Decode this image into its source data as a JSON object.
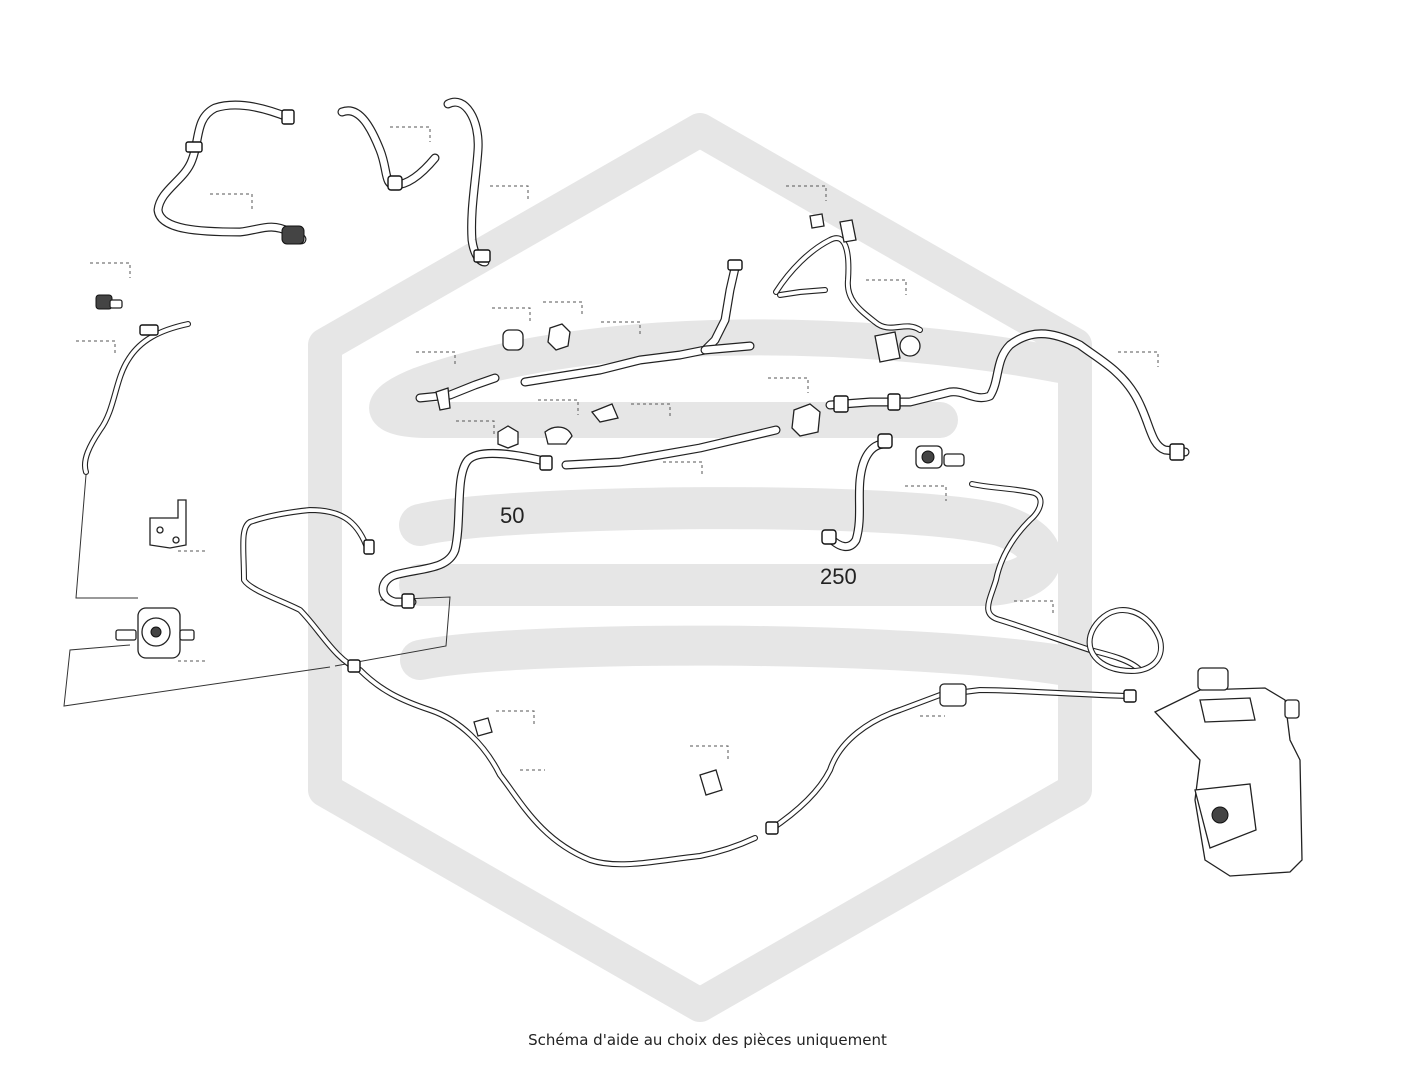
{
  "diagram": {
    "callouts": [
      "50",
      "250"
    ],
    "caption": "Schéma d'aide au choix des pièces uniquement",
    "watermark_color": "#e6e6e6",
    "line_color": "#222222"
  }
}
